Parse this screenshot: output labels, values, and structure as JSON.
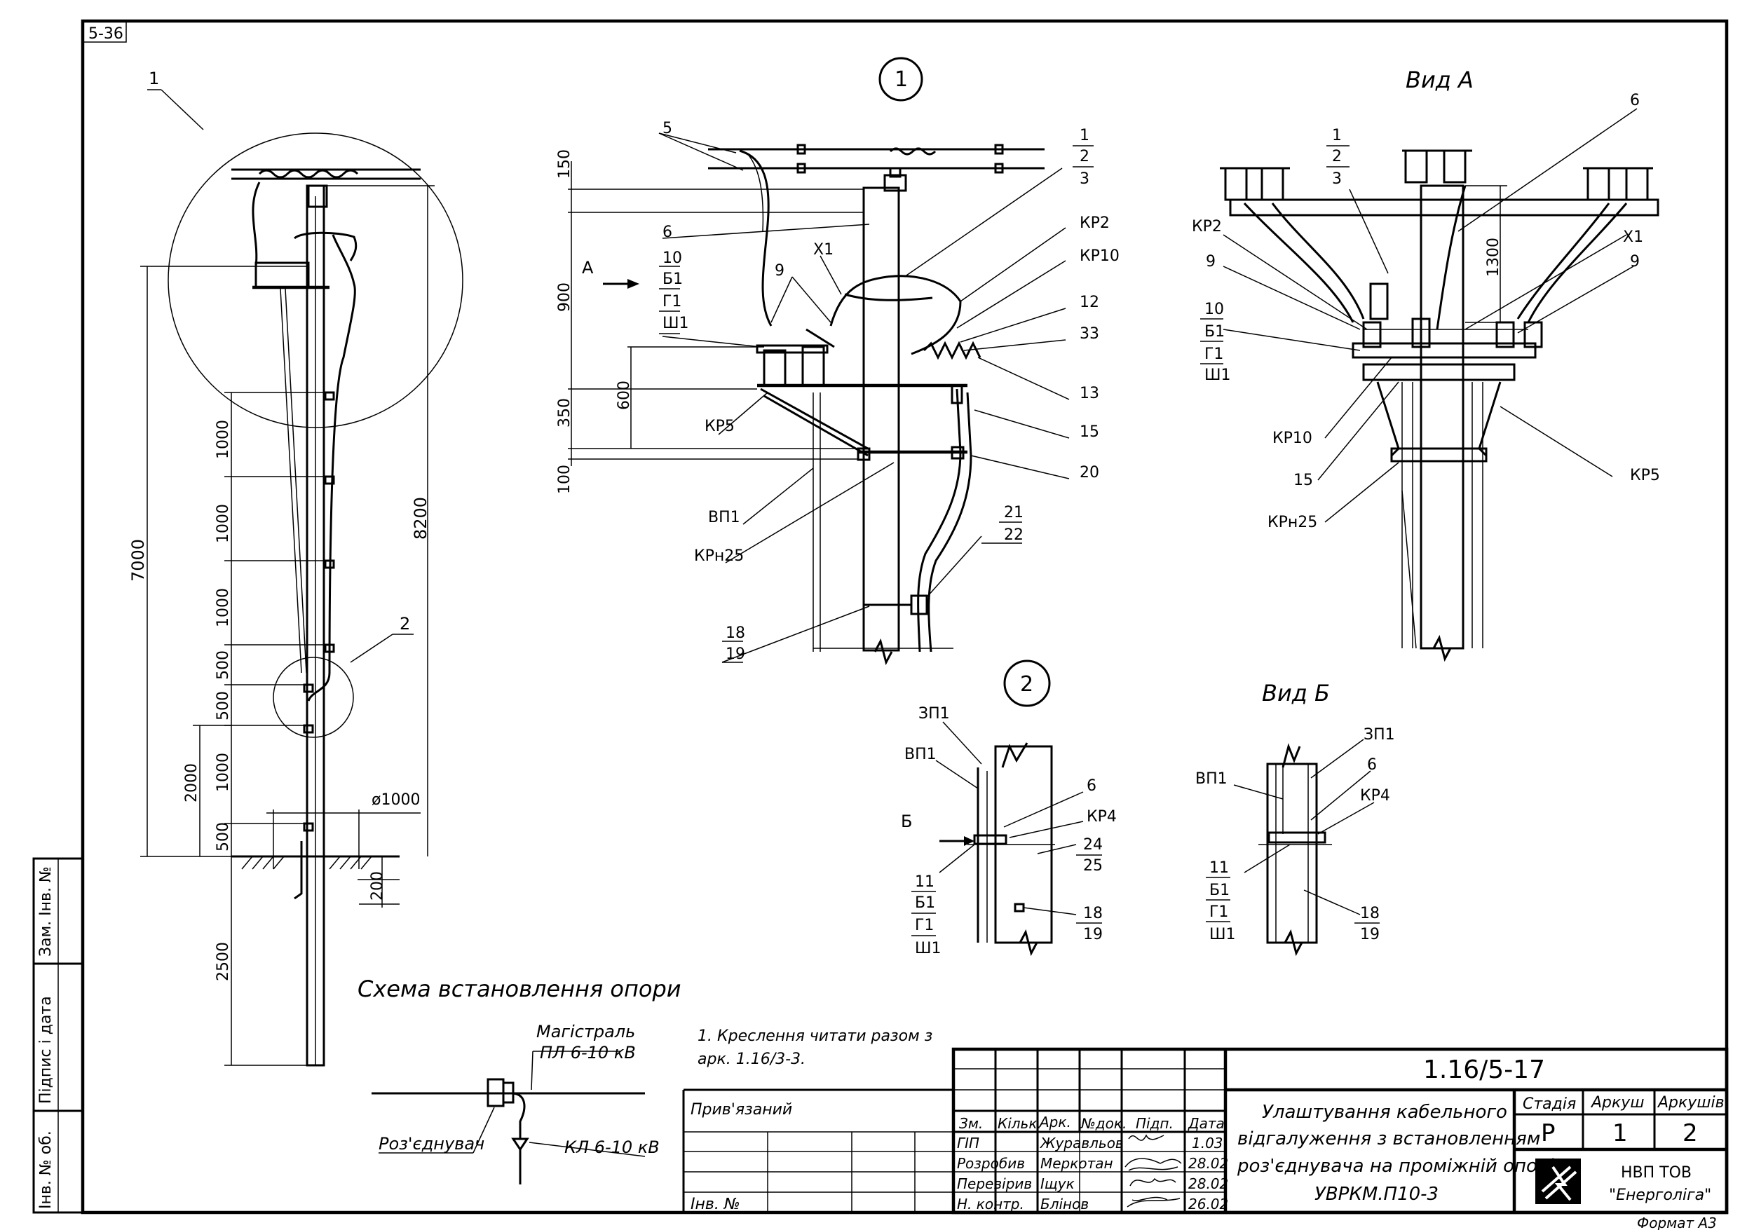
{
  "sheet_code": "5-36",
  "side_labels": [
    "Зам. Інв. №",
    "Підпис і дата",
    "Інв. № об."
  ],
  "main_view": {
    "callouts": [
      "1",
      "2"
    ],
    "dims": [
      "7000",
      "8200",
      "1000",
      "1000",
      "1000",
      "500",
      "500",
      "1000",
      "500",
      "2000",
      "2500",
      "200",
      "ø1000"
    ]
  },
  "detail1": {
    "circle_label": "1",
    "arrow_label": "А",
    "dims": [
      "150",
      "900",
      "350",
      "100",
      "600"
    ],
    "labels": [
      "5",
      "6",
      "Х1",
      "9",
      "10",
      "Б1",
      "Г1",
      "Ш1",
      "КР5",
      "ВП1",
      "КРн25",
      "18",
      "19",
      "1",
      "2",
      "3",
      "КР2",
      "КР10",
      "12",
      "33",
      "13",
      "15",
      "20",
      "21",
      "22"
    ]
  },
  "view_a": {
    "title": "Вид А",
    "dim": "1300",
    "labels": [
      "1",
      "2",
      "3",
      "6",
      "КР2",
      "Х1",
      "9",
      "9",
      "10",
      "Б1",
      "Г1",
      "Ш1",
      "КР10",
      "15",
      "КРн25",
      "КР5"
    ]
  },
  "detail2": {
    "circle_label": "2",
    "arrow_label": "Б",
    "labels": [
      "ЗП1",
      "ВП1",
      "6",
      "КР4",
      "24",
      "25",
      "11",
      "Б1",
      "Г1",
      "Ш1",
      "18",
      "19"
    ]
  },
  "view_b": {
    "title": "Вид Б",
    "labels": [
      "ЗП1",
      "6",
      "ВП1",
      "КР4",
      "11",
      "Б1",
      "Г1",
      "Ш1",
      "18",
      "19"
    ]
  },
  "scheme": {
    "title": "Схема встановлення опори",
    "main_line": "Магістраль",
    "main_line2": "ПЛ 6-10 кВ",
    "disconnector": "Роз'єднувач",
    "cable": "КЛ 6-10 кВ"
  },
  "note": [
    "1. Креслення читати разом з",
    "арк. 1.16/3-3."
  ],
  "title_block": {
    "doc_code": "1.16/5-17",
    "bound": "Прив'язаний",
    "inv": "Інв. №",
    "header": [
      "Зм.",
      "Кільк.",
      "Арк.",
      "№док.",
      "Підп.",
      "Дата"
    ],
    "rows": [
      {
        "role": "ГІП",
        "name": "Журавльов",
        "date": "1.03"
      },
      {
        "role": "Розробив",
        "name": "Меркотан",
        "date": "28.02"
      },
      {
        "role": "Перевірив",
        "name": "Іщук",
        "date": "28.02"
      },
      {
        "role": "Н. контр.",
        "name": "Блінов",
        "date": "26.02"
      }
    ],
    "title_lines": [
      "Улаштування кабельного",
      "відгалуження з встановленням",
      "роз'єднувача на проміжній опорі",
      "УВРКМ.П10-3"
    ],
    "stage_label": "Стадія",
    "sheet_label": "Аркуш",
    "sheets_label": "Аркушів",
    "stage": "Р",
    "sheet": "1",
    "sheets": "2",
    "company_line1": "НВП ТОВ",
    "company_line2": "\"Енерголіга\"",
    "format": "Формат А3"
  },
  "colors": {
    "ink": "#000000",
    "paper": "#ffffff"
  }
}
